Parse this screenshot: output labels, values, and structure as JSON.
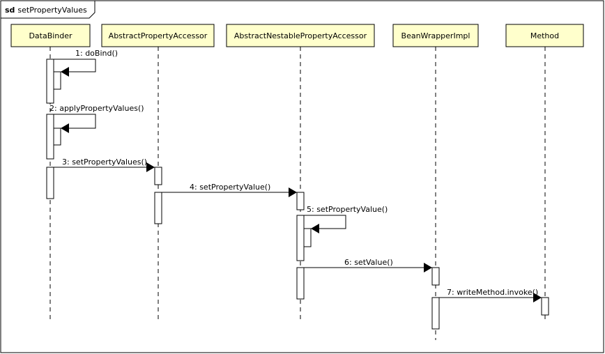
{
  "frame": {
    "keyword": "sd",
    "title": "setPropertyValues"
  },
  "colors": {
    "lifeline_fill": "#ffffcc",
    "stroke": "#000000",
    "activation_fill": "#ffffff",
    "background": "#ffffff"
  },
  "lifelines": [
    {
      "id": "databinder",
      "label": "DataBinder"
    },
    {
      "id": "abstractpropertyaccessor",
      "label": "AbstractPropertyAccessor"
    },
    {
      "id": "abstractnestablepropertyaccessor",
      "label": "AbstractNestablePropertyAccessor"
    },
    {
      "id": "beanwrapperimpl",
      "label": "BeanWrapperImpl"
    },
    {
      "id": "method",
      "label": "Method"
    }
  ],
  "messages": [
    {
      "label": "1: doBind()",
      "from": "databinder",
      "to": "databinder",
      "self": true
    },
    {
      "label": "2: applyPropertyValues()",
      "from": "databinder",
      "to": "databinder",
      "self": true
    },
    {
      "label": "3: setPropertyValues()",
      "from": "databinder",
      "to": "abstractpropertyaccessor",
      "self": false
    },
    {
      "label": "4: setPropertyValue()",
      "from": "abstractpropertyaccessor",
      "to": "abstractnestablepropertyaccessor",
      "self": false
    },
    {
      "label": "5: setPropertyValue()",
      "from": "abstractnestablepropertyaccessor",
      "to": "abstractnestablepropertyaccessor",
      "self": true
    },
    {
      "label": "6: setValue()",
      "from": "abstractnestablepropertyaccessor",
      "to": "beanwrapperimpl",
      "self": false
    },
    {
      "label": "7: writeMethod.invoke()",
      "from": "beanwrapperimpl",
      "to": "method",
      "self": false
    }
  ]
}
